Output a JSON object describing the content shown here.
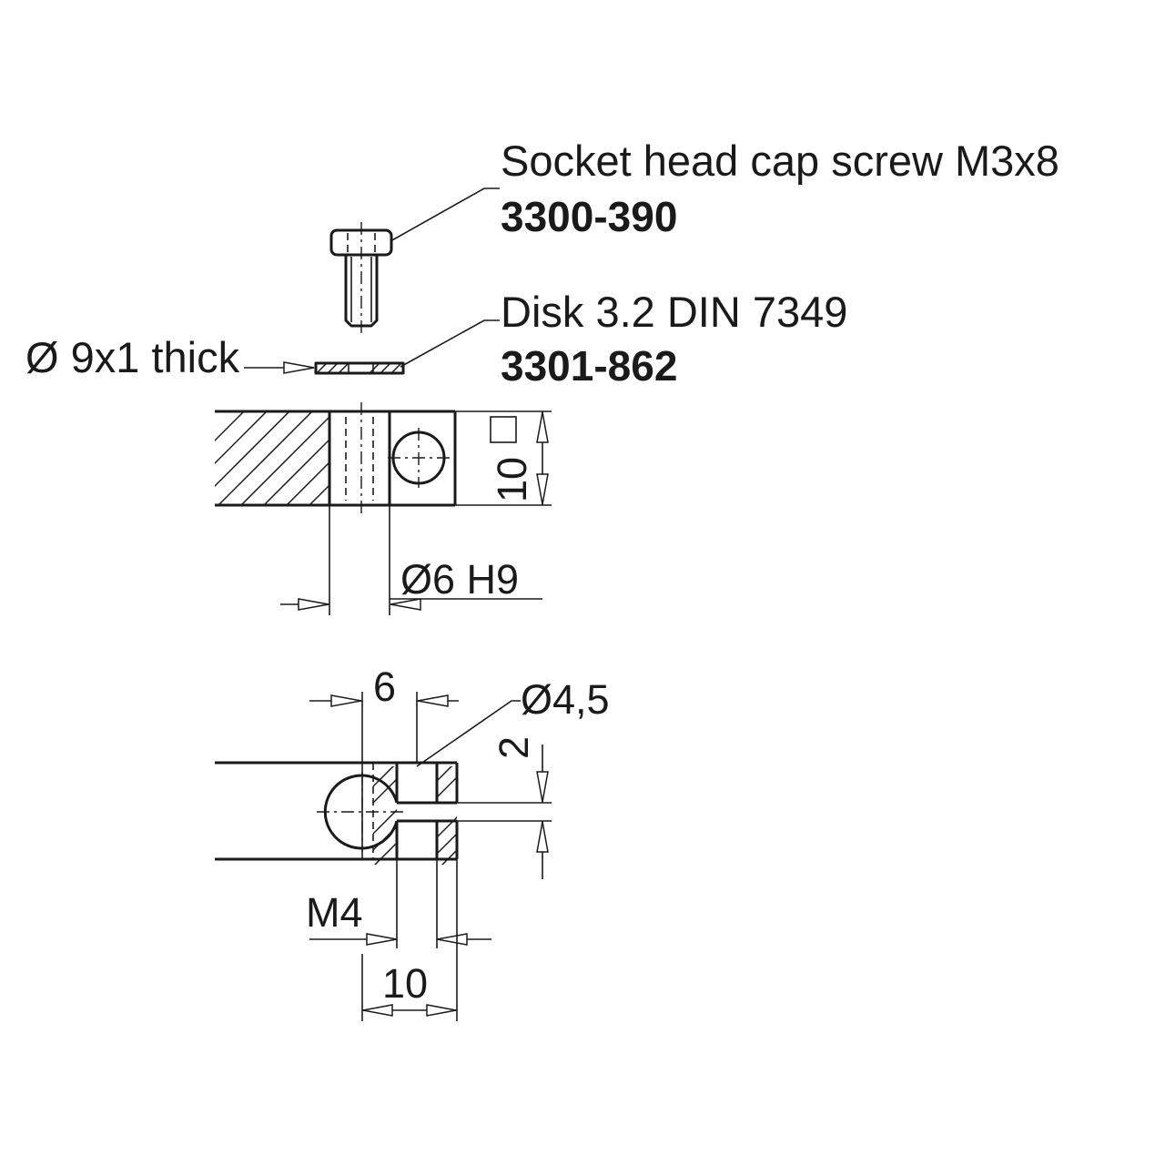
{
  "parts": {
    "screw": {
      "description": "Socket head cap screw M3x8",
      "part_number": "3300-390"
    },
    "disk": {
      "description": "Disk 3.2 DIN 7349",
      "part_number": "3301-862"
    }
  },
  "annotations": {
    "disk_size": "Ø 9x1 thick",
    "bore": "Ø6 H9",
    "height": "10",
    "square_symbol": "□",
    "hole": "Ø4,5",
    "width": "6",
    "gap": "2",
    "thread": "M4",
    "length": "10"
  },
  "icons": {
    "square_symbol": "square-section-symbol",
    "arrowheads": "dimension-arrow-icon"
  }
}
